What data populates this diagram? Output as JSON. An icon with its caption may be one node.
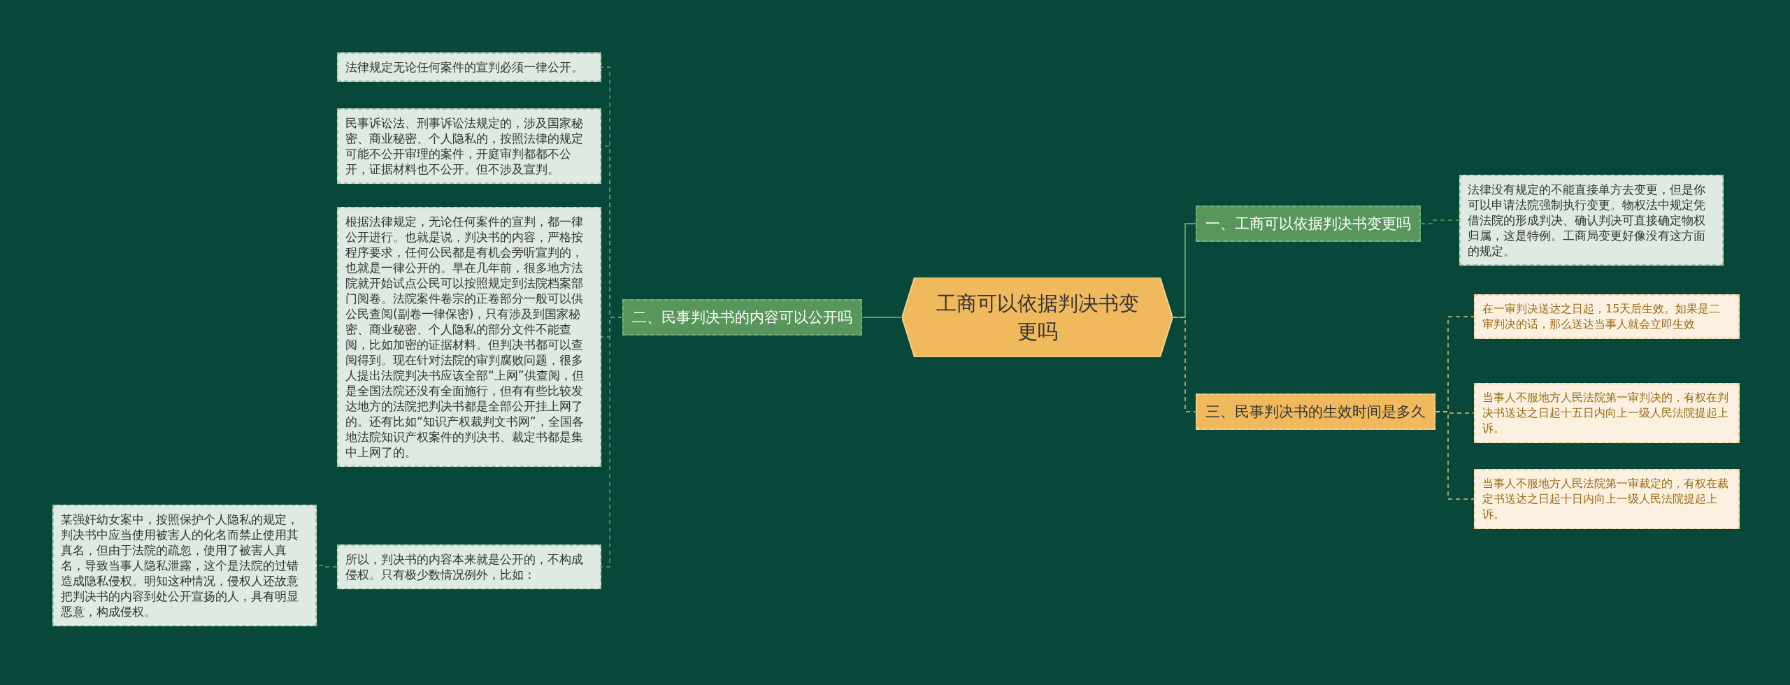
{
  "diagram": {
    "nodes": [
      {
        "text": [
          "工商可以依据判决书变更吗"
        ]
      },
      {
        "text": [
          "一、工商可以依据判决书变更吗"
        ]
      },
      {
        "text": [
          "法律没有规定的不能直接单方去变更，但是你可以申请法院强制执行变更。物权法中规定凭借法院的形成判决、确认判决可直接确定物权归属，这是特例。工商局变更好像没有这方面的规定。"
        ]
      },
      {
        "text": [
          "二、民事判决书的内容可以公开吗"
        ]
      },
      {
        "text": [
          "法律规定无论任何案件的宣判必须一律公开。"
        ]
      },
      {
        "text": [
          "民事诉讼法、刑事诉讼法规定的，涉及国家秘密、商业秘密、个人隐私的，按照法律的规定可能不公开审理的案件，开庭审判都都不公开，证据材料也不公开。但不涉及宣判。"
        ]
      },
      {
        "text": [
          "根据法律规定，无论任何案件的宣判，都一律公开进行。也就是说，判决书的内容，严格按程序要求，任何公民都是有机会旁听宣判的，也就是一律公开的。早在几年前，很多地方法院就开始试点公民可以按照规定到法院档案部门阅卷。法院案件卷宗的正卷部分一般可以供公民查阅(副卷一律保密)，只有涉及到国家秘密、商业秘密、个人隐私的部分文件不能查阅，比如加密的证据材料。但判决书都可以查阅得到。现在针对法院的审判腐败问题，很多人提出法院判决书应该全部“上网”供查阅，但是全国法院还没有全面施行，但有有些比较发达地方的法院把判决书都是全部公开挂上网了的。还有比如“知识产权裁判文书网”，全国各地法院知识产权案件的判决书、裁定书都是集中上网了的。"
        ]
      },
      {
        "text": [
          "所以，判决书的内容本来就是公开的，不构成侵权。只有极少数情况例外，比如："
        ]
      },
      {
        "text": [
          "某强奸幼女案中，按照保护个人隐私的规定，判决书中应当使用被害人的化名而禁止使用其真名，但由于法院的疏忽，使用了被害人真名，导致当事人隐私泄露，这个是法院的过错造成隐私侵权。明知这种情况，侵权人还故意把判决书的内容到处公开宣扬的人，具有明显恶意，构成侵权。"
        ]
      },
      {
        "text": [
          "三、民事判决书的生效时间是多久"
        ]
      },
      {
        "text": [
          "在一审判决送达之日起，15天后生效。如果是二审判决的话，那么送达当事人就会立即生效"
        ]
      },
      {
        "text": [
          "当事人不服地方人民法院第一审判决的，有权在判决书送达之日起十五日内向上一级人民法院提起上诉。"
        ]
      },
      {
        "text": [
          "当事人不服地方人民法院第一审裁定的，有权在裁定书送达之日起十日内向上一级人民法院提起上诉。"
        ]
      }
    ],
    "edges": [
      {
        "from": 0,
        "to": 1,
        "arrow": "none"
      },
      {
        "from": 1,
        "to": 2,
        "arrow": "none",
        "style": "dashed"
      },
      {
        "from": 0,
        "to": 3,
        "arrow": "none"
      },
      {
        "from": 3,
        "to": 4,
        "arrow": "none",
        "style": "dashed"
      },
      {
        "from": 3,
        "to": 5,
        "arrow": "none",
        "style": "dashed"
      },
      {
        "from": 3,
        "to": 6,
        "arrow": "none",
        "style": "dashed"
      },
      {
        "from": 3,
        "to": 7,
        "arrow": "none",
        "style": "dashed"
      },
      {
        "from": 7,
        "to": 8,
        "arrow": "none",
        "style": "dashed"
      },
      {
        "from": 0,
        "to": 9,
        "arrow": "none",
        "style": "dashed",
        "color": "#f0b95e"
      },
      {
        "from": 9,
        "to": 10,
        "arrow": "none",
        "style": "dashed",
        "color": "#f0b95e"
      },
      {
        "from": 9,
        "to": 11,
        "arrow": "none",
        "style": "dashed",
        "color": "#f0b95e"
      },
      {
        "from": 9,
        "to": 12,
        "arrow": "none",
        "style": "dashed",
        "color": "#f0b95e"
      }
    ]
  }
}
